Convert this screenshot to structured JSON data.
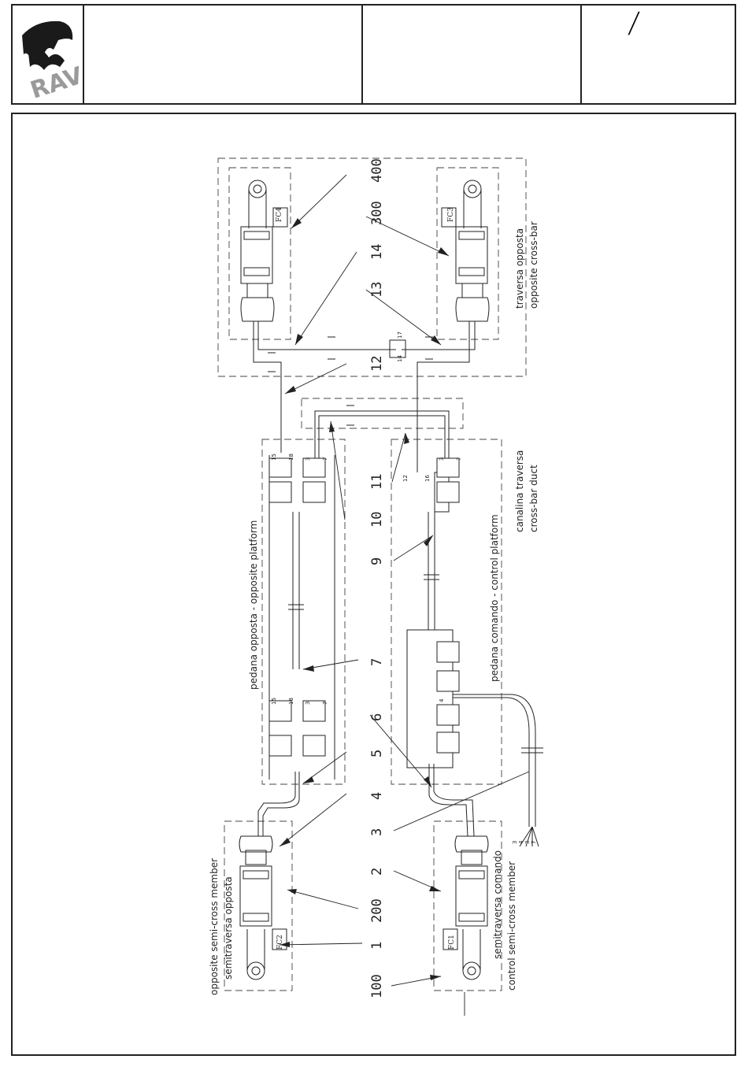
{
  "header": {
    "logo_text": "RAV",
    "page_mark": "/"
  },
  "sections": {
    "opposite_crossbar": [
      "traversa opposta",
      "opposite cross-bar"
    ],
    "crossbar_duct": [
      "canalina traversa",
      "cross-bar duct"
    ],
    "opposite_platform": "pedana opposta - opposite platform",
    "control_platform": "pedana comando - control platform",
    "opposite_semi": [
      "opposite semi-cross member",
      "semitraversa opposta"
    ],
    "control_semi": [
      "semitraversa comando",
      "control semi-cross member"
    ]
  },
  "switches": {
    "fc1": "FC1",
    "fc2": "FC2",
    "fc3": "FC3",
    "fc4": "FC4"
  },
  "callouts": [
    "400",
    "300",
    "14",
    "13",
    "12",
    "11",
    "10",
    "9",
    "7",
    "6",
    "5",
    "4",
    "3",
    "2",
    "200",
    "1",
    "100"
  ],
  "wire_ends": [
    "3",
    "4",
    "3",
    "7"
  ],
  "terminals": {
    "t15": "15",
    "t18": "18",
    "t3": "3",
    "t7": "7",
    "t4": "4",
    "t12": "12",
    "t16": "16",
    "t14": "14",
    "t17": "17"
  }
}
